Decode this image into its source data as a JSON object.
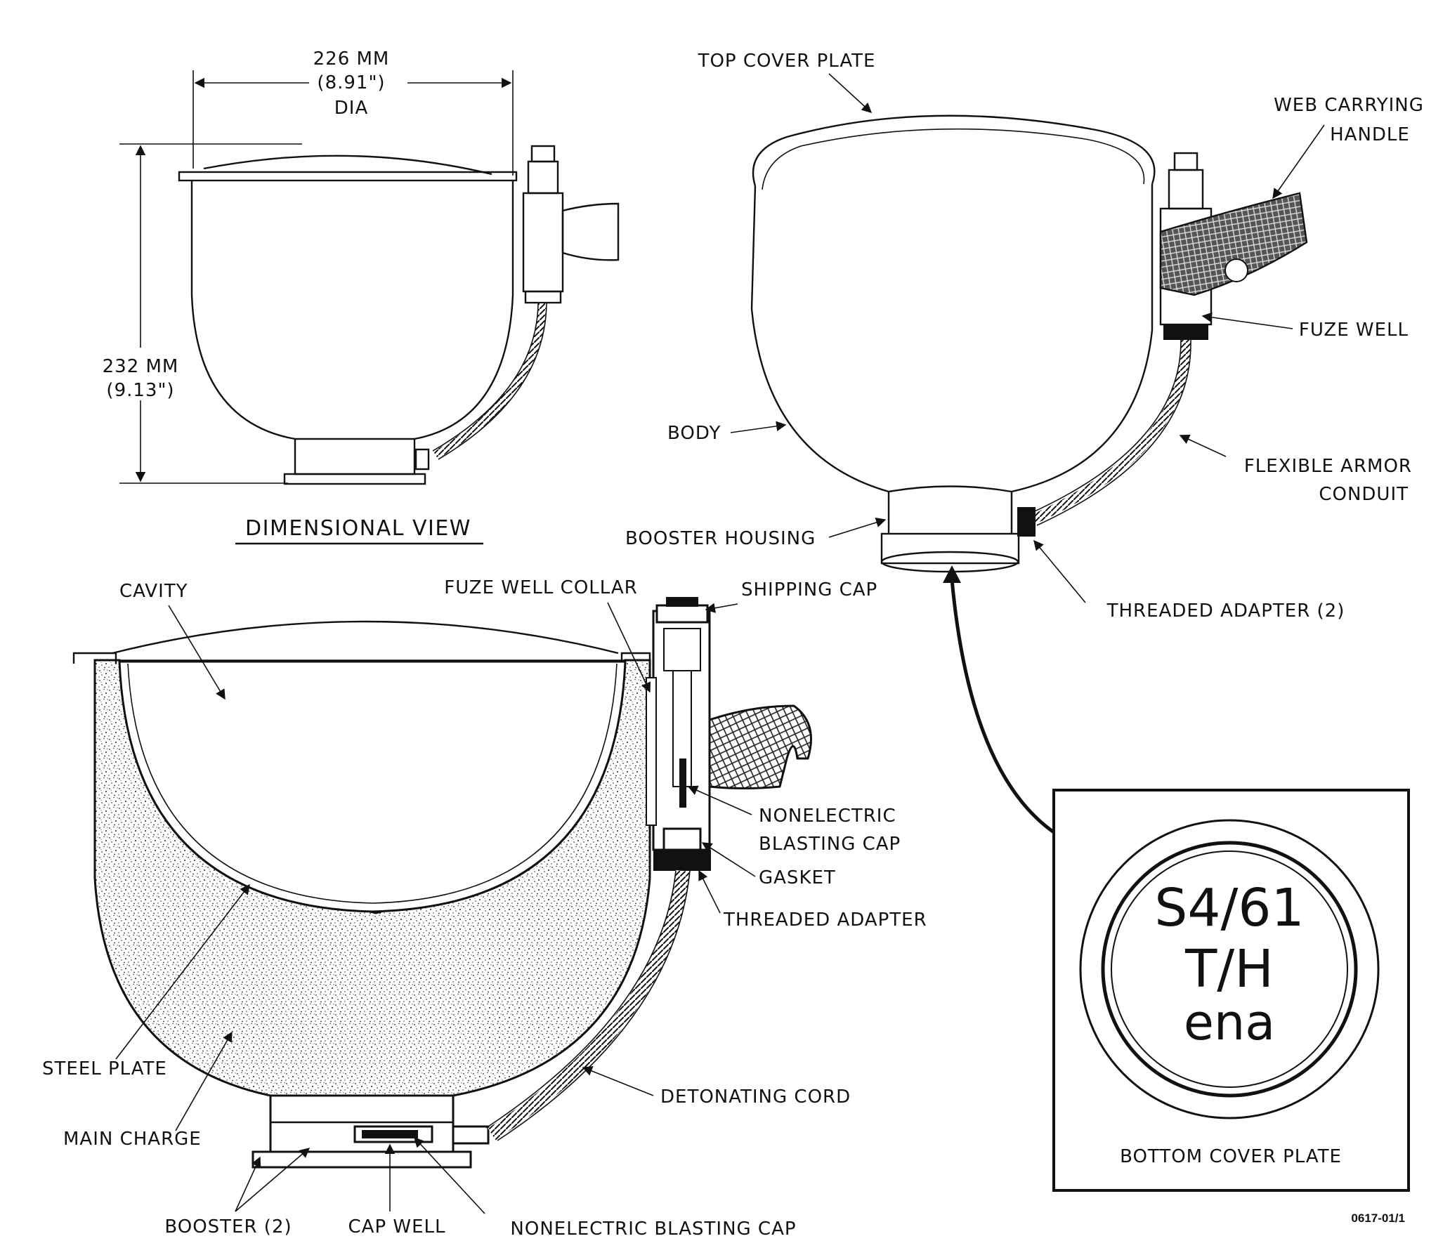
{
  "dimensional_view": {
    "heading": "DIMENSIONAL VIEW",
    "width_mm": "226 MM",
    "width_in": "(8.91\")",
    "width_dia": "DIA",
    "height_mm": "232 MM",
    "height_in": "(9.13\")"
  },
  "exterior_view": {
    "top_cover_plate": "TOP COVER PLATE",
    "web_carrying_handle_1": "WEB CARRYING",
    "web_carrying_handle_2": "HANDLE",
    "fuze_well": "FUZE WELL",
    "body": "BODY",
    "flexible_armor_conduit_1": "FLEXIBLE ARMOR",
    "flexible_armor_conduit_2": "CONDUIT",
    "booster_housing": "BOOSTER HOUSING",
    "threaded_adapter_2": "THREADED ADAPTER (2)"
  },
  "section_view": {
    "cavity": "CAVITY",
    "fuze_well_collar": "FUZE WELL COLLAR",
    "shipping_cap": "SHIPPING CAP",
    "nonelectric_blasting_cap_1": "NONELECTRIC",
    "nonelectric_blasting_cap_2": "BLASTING CAP",
    "gasket": "GASKET",
    "threaded_adapter": "THREADED ADAPTER",
    "steel_plate": "STEEL PLATE",
    "main_charge": "MAIN CHARGE",
    "detonating_cord": "DETONATING CORD",
    "booster_2": "BOOSTER (2)",
    "cap_well": "CAP WELL",
    "nonelectric_blasting_cap": "NONELECTRIC BLASTING CAP"
  },
  "bottom_plate": {
    "stamp_line1": "S4/61",
    "stamp_line2": "T/H",
    "stamp_line3": "ena",
    "caption": "BOTTOM COVER PLATE"
  },
  "figure_code": "0617-01/1"
}
